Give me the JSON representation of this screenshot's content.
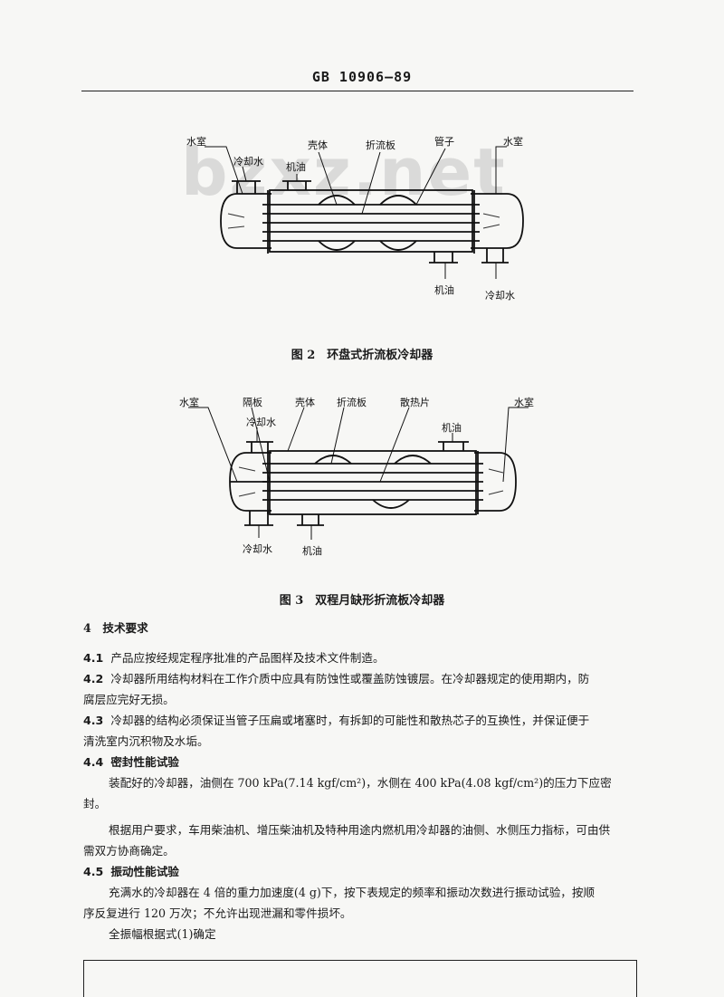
{
  "header": {
    "code": "GB 10906—89"
  },
  "watermark": "bzxz.net",
  "figure2": {
    "labels": {
      "water_chamber_left": "水室",
      "cooling_water_in": "冷却水",
      "oil_in": "机油",
      "shell": "壳体",
      "baffle": "折流板",
      "tube": "管子",
      "water_chamber_right": "水室",
      "oil_out": "机油",
      "cooling_water_out": "冷却水"
    },
    "caption": "图 2　环盘式折流板冷却器"
  },
  "figure3": {
    "labels": {
      "water_chamber_left": "水室",
      "partition": "隔板",
      "shell": "壳体",
      "baffle": "折流板",
      "fin": "散热片",
      "water_chamber_right": "水室",
      "cooling_water_top": "冷却水",
      "oil_top": "机油",
      "cooling_water_bottom": "冷却水",
      "oil_bottom": "机油"
    },
    "caption": "图 3　双程月缺形折流板冷却器"
  },
  "section4": {
    "heading": "4　技术要求",
    "items": [
      {
        "num": "4.1",
        "lines": [
          "产品应按经规定程序批准的产品图样及技术文件制造。"
        ]
      },
      {
        "num": "4.2",
        "lines": [
          "冷却器所用结构材料在工作介质中应具有防蚀性或覆盖防蚀镀层。在冷却器规定的使用期内，防",
          "腐层应完好无损。"
        ]
      },
      {
        "num": "4.3",
        "lines": [
          "冷却器的结构必须保证当管子压扁或堵塞时，有拆卸的可能性和散热芯子的互换性，并保证便于",
          "清洗室内沉积物及水垢。"
        ]
      }
    ],
    "s44": {
      "num": "4.4",
      "title": "密封性能试验",
      "p1": [
        "装配好的冷却器，油侧在 700 kPa(7.14 kgf/cm²)，水侧在 400 kPa(4.08 kgf/cm²)的压力下应密",
        "封。"
      ],
      "p2": [
        "根据用户要求，车用柴油机、增压柴油机及特种用途内燃机用冷却器的油侧、水侧压力指标，可由供",
        "需双方协商确定。"
      ]
    },
    "s45": {
      "num": "4.5",
      "title": "振动性能试验",
      "p1": [
        "充满水的冷却器在 4 倍的重力加速度(4 g)下，按下表规定的频率和振动次数进行振动试验，按顺",
        "序反复进行 120 万次；不允许出现泄漏和零件损坏。"
      ],
      "p2": [
        "全振幅根据式(1)确定"
      ]
    }
  }
}
